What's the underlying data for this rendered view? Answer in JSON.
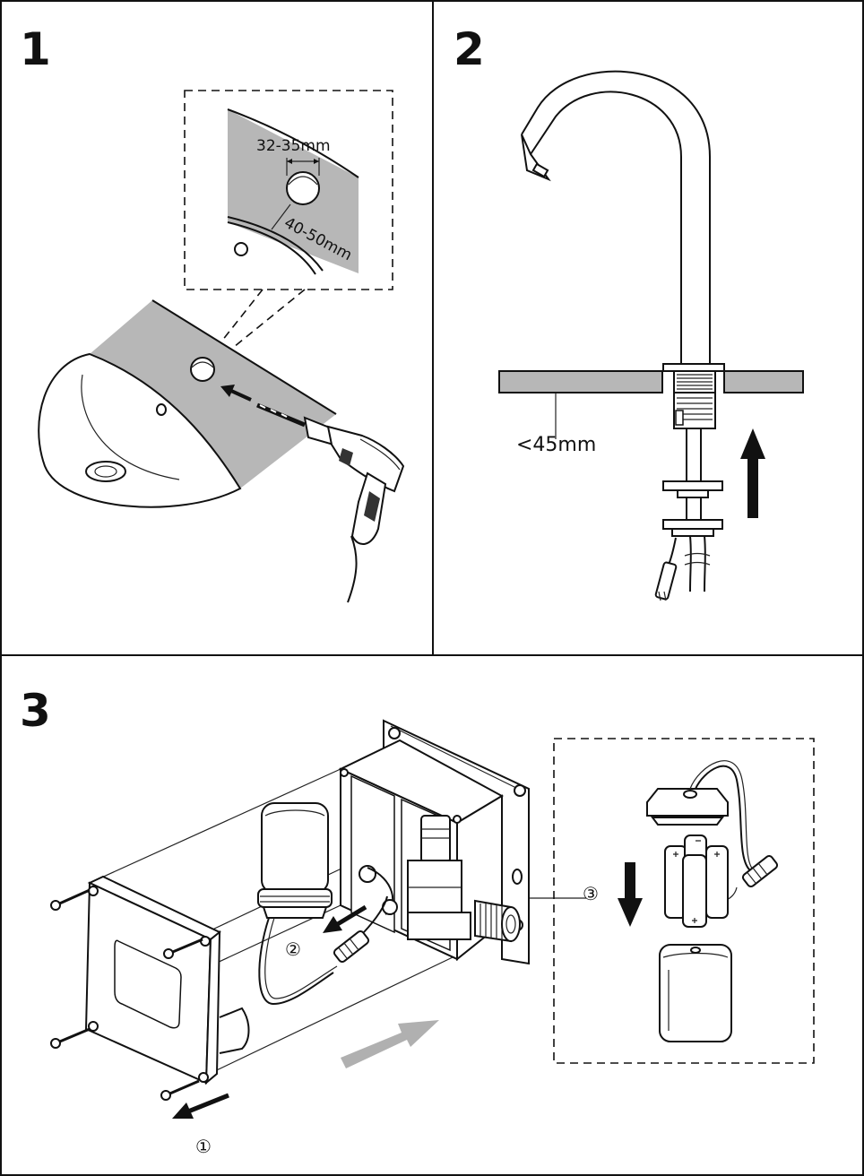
{
  "steps": [
    {
      "number": "1",
      "dimensions": {
        "hole_diameter": "32-35mm",
        "hole_offset": "40-50mm"
      }
    },
    {
      "number": "2",
      "dimensions": {
        "counter_thickness": "<45mm"
      }
    },
    {
      "number": "3",
      "callouts": {
        "first": "①",
        "second": "②",
        "third": "③"
      }
    }
  ],
  "colors": {
    "ink": "#111111",
    "surface_grey": "#b7b7b7",
    "hint_arrow": "#b0b0b0"
  },
  "icons": [
    "drill-icon",
    "arrow-up-icon",
    "arrow-down-icon",
    "arrow-left-icon",
    "arrow-right-icon"
  ]
}
